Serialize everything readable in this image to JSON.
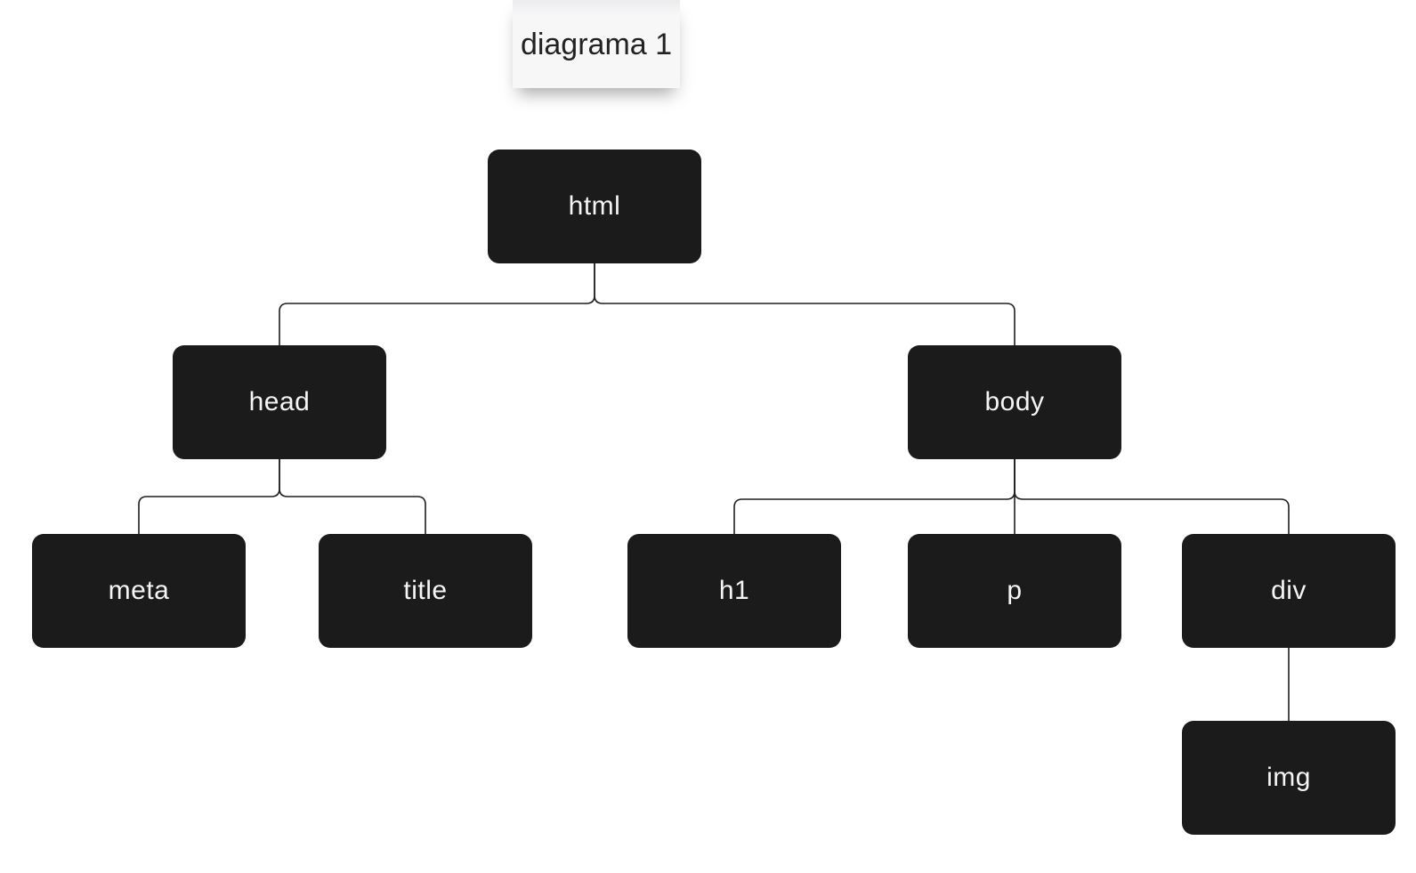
{
  "note": {
    "label": "diagrama 1"
  },
  "diagram": {
    "type": "tree",
    "nodes": [
      {
        "id": "html",
        "label": "html",
        "parent": null
      },
      {
        "id": "head",
        "label": "head",
        "parent": "html"
      },
      {
        "id": "body",
        "label": "body",
        "parent": "html"
      },
      {
        "id": "meta",
        "label": "meta",
        "parent": "head"
      },
      {
        "id": "title",
        "label": "title",
        "parent": "head"
      },
      {
        "id": "h1",
        "label": "h1",
        "parent": "body"
      },
      {
        "id": "p",
        "label": "p",
        "parent": "body"
      },
      {
        "id": "div",
        "label": "div",
        "parent": "body"
      },
      {
        "id": "img",
        "label": "img",
        "parent": "div"
      }
    ],
    "edges": [
      {
        "from": "html",
        "to": "head"
      },
      {
        "from": "html",
        "to": "body"
      },
      {
        "from": "head",
        "to": "meta"
      },
      {
        "from": "head",
        "to": "title"
      },
      {
        "from": "body",
        "to": "h1"
      },
      {
        "from": "body",
        "to": "p"
      },
      {
        "from": "body",
        "to": "div"
      },
      {
        "from": "div",
        "to": "img"
      }
    ]
  },
  "colors": {
    "node_bg": "#1b1b1b",
    "node_text": "#f5f5f5",
    "connector": "#1f1f1f",
    "canvas_bg": "#ffffff",
    "note_bg": "#f7f7f8",
    "note_text": "#222222"
  }
}
